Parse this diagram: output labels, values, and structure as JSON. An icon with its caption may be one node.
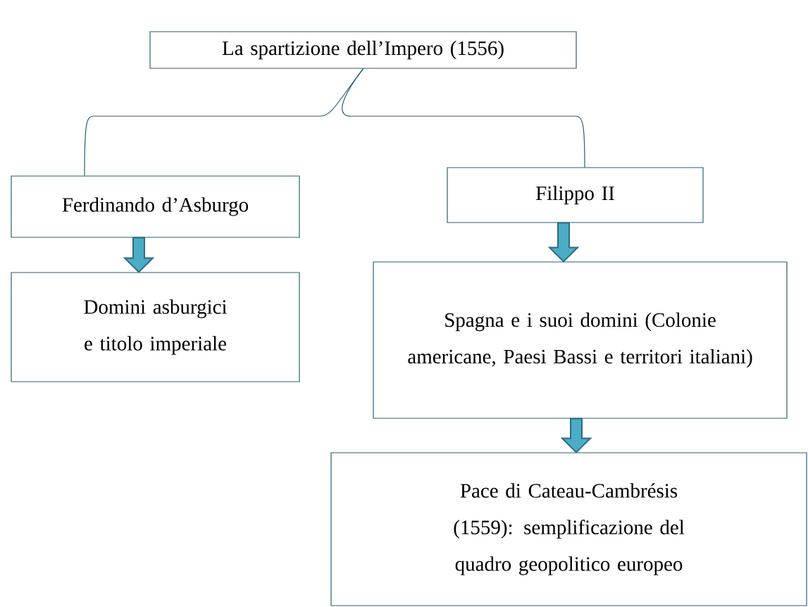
{
  "diagram": {
    "nodes": [
      {
        "text": [
          "La spartizione dell’Impero (1556)"
        ]
      },
      {
        "text": [
          "Ferdinando d’Asburgo"
        ]
      },
      {
        "text": [
          "Filippo II"
        ]
      },
      {
        "text": [
          "Domini asburgici e titolo imperiale"
        ]
      },
      {
        "text": [
          "Spagna e i suoi domini (Colonie americane, Paesi Bassi e territori italiani)"
        ]
      },
      {
        "text": [
          "Pace di Cateau-Cambrésis (1559): semplificazione del quadro geopolitico europeo"
        ]
      }
    ],
    "edges": [
      {
        "from": 0,
        "to": 1,
        "arrow": "none"
      },
      {
        "from": 0,
        "to": 2,
        "arrow": "none"
      },
      {
        "from": 1,
        "to": 3,
        "arrow": "to"
      },
      {
        "from": 2,
        "to": 4,
        "arrow": "to"
      },
      {
        "from": 4,
        "to": 5,
        "arrow": "to"
      }
    ]
  }
}
